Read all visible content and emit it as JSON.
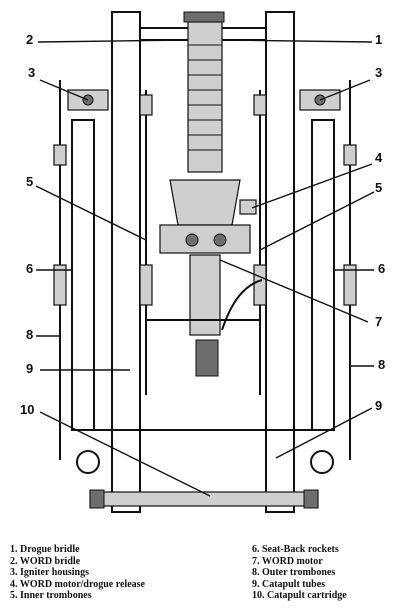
{
  "callouts": {
    "c1": "1",
    "c2": "2",
    "c3l": "3",
    "c3r": "3",
    "c4": "4",
    "c5l": "5",
    "c5r": "5",
    "c6l": "6",
    "c6r": "6",
    "c7": "7",
    "c8l": "8",
    "c8r": "8",
    "c9l": "9",
    "c9r": "9",
    "c10": "10"
  },
  "legend": [
    {
      "text": "1. Drogue bridle"
    },
    {
      "text": "2. WORD bridle"
    },
    {
      "text": "3. Igniter housings"
    },
    {
      "text": "4. WORD motor/drogue release"
    },
    {
      "text": "5. Inner trombones"
    },
    {
      "text": "6. Seat-Back rockets"
    },
    {
      "text": "7. WORD motor"
    },
    {
      "text": "8. Outer trombones"
    },
    {
      "text": "9. Catapult tubes"
    },
    {
      "text": "10. Catapult cartridge"
    }
  ]
}
